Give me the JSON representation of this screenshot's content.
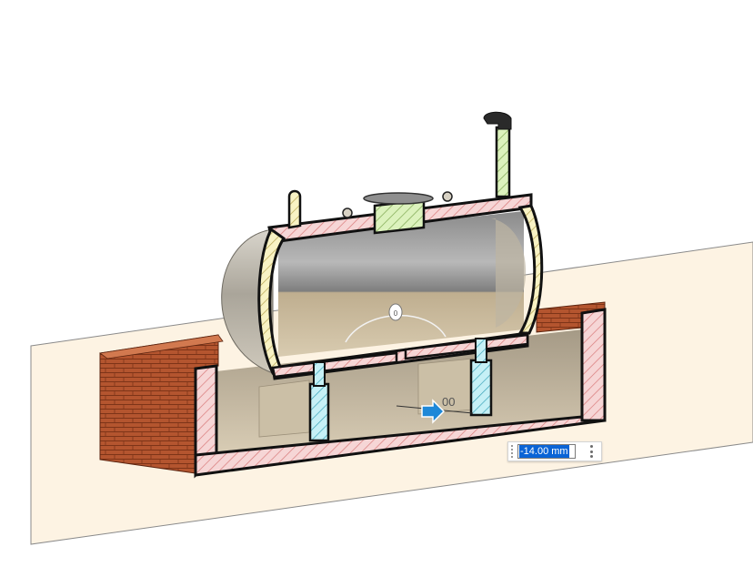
{
  "viewport": {
    "dimension_input": {
      "value": "-14.00 mm"
    },
    "ghost_dimension": "00",
    "colors": {
      "section_plane": "#fdf3e3",
      "brick": "#b85a3a",
      "hatch_pink": "#f3c9c9",
      "hatch_yellow": "#f6efb4",
      "hatch_green": "#d8f0b5",
      "hatch_cyan": "#bfeef5",
      "tank_body": "#c9c3b6",
      "manipulator": "#1e88d8"
    },
    "icons": [
      "section-plane",
      "brick-foundation",
      "storage-tank",
      "drag-arrow-icon",
      "rotate-handle-icon",
      "menu-dots-icon"
    ]
  }
}
